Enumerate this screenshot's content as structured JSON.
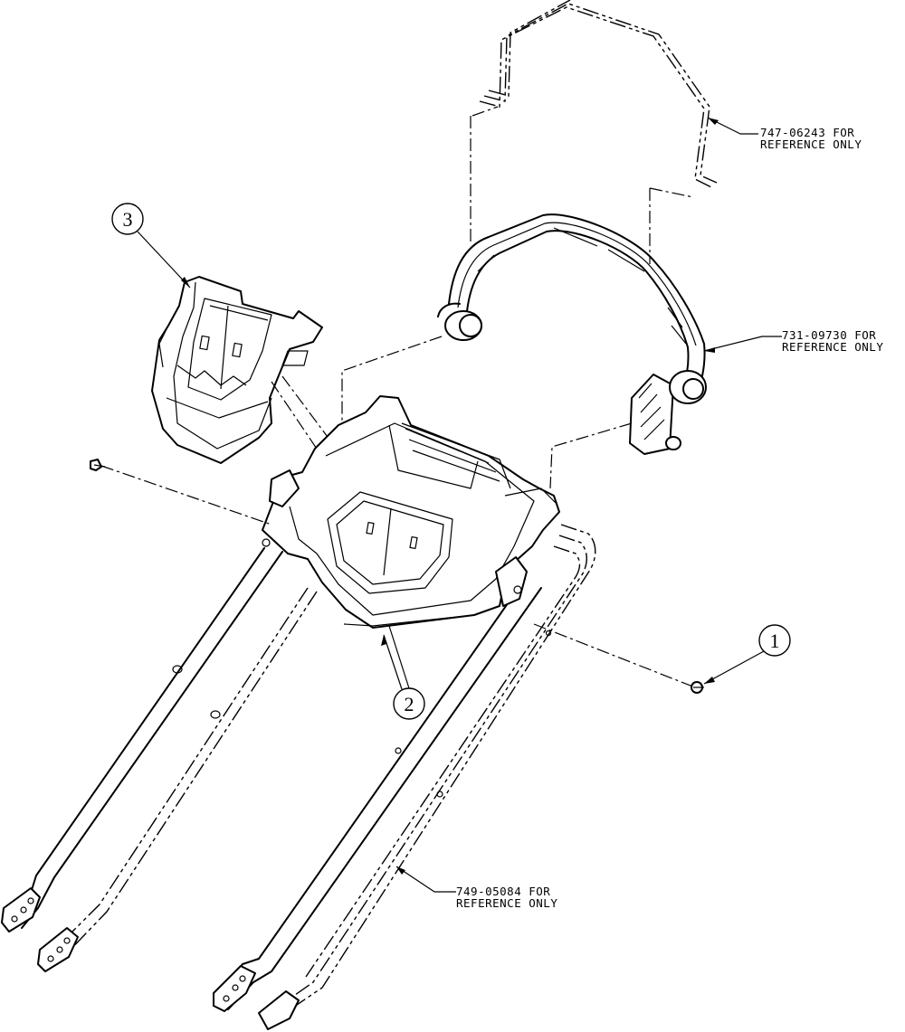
{
  "callouts": {
    "item1": "1",
    "item2": "2",
    "item3": "3"
  },
  "references": {
    "upper_rod": {
      "line1": "747-06243 FOR",
      "line2": "REFERENCE ONLY"
    },
    "upper_handle": {
      "line1": "731-09730 FOR",
      "line2": "REFERENCE ONLY"
    },
    "lower_handle": {
      "line1": "749-05084 FOR",
      "line2": "REFERENCE ONLY"
    }
  }
}
